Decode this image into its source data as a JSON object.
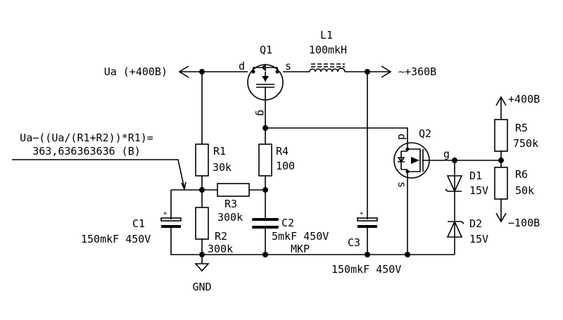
{
  "nets": {
    "ua": "Ua (+400B)",
    "out": "~+360B",
    "plus400": "+400B",
    "minus100": "−100B",
    "gnd": "GND"
  },
  "annotation": {
    "line1": "Ua−((Ua/(R1+R2))*R1)=",
    "line2": "363,636363636 (B)"
  },
  "components": {
    "Q1": {
      "ref": "Q1",
      "pin_d": "d",
      "pin_s": "s",
      "pin_g": "g"
    },
    "Q2": {
      "ref": "Q2",
      "pin_d": "d",
      "pin_s": "s",
      "pin_g": "g"
    },
    "L1": {
      "ref": "L1",
      "value": "100mkH"
    },
    "R1": {
      "ref": "R1",
      "value": "30k"
    },
    "R2": {
      "ref": "R2",
      "value": "300k"
    },
    "R3": {
      "ref": "R3",
      "value": "300k"
    },
    "R4": {
      "ref": "R4",
      "value": "100"
    },
    "R5": {
      "ref": "R5",
      "value": "750k"
    },
    "R6": {
      "ref": "R6",
      "value": "50k"
    },
    "C1": {
      "ref": "C1",
      "value": "150mkF 450V",
      "plus": "+"
    },
    "C2": {
      "ref": "C2",
      "value": "5mkF 450V",
      "note": "MKP"
    },
    "C3": {
      "ref": "C3",
      "value": "150mkF 450V",
      "plus": "+"
    },
    "D1": {
      "ref": "D1",
      "value": "15V"
    },
    "D2": {
      "ref": "D2",
      "value": "15V"
    }
  }
}
